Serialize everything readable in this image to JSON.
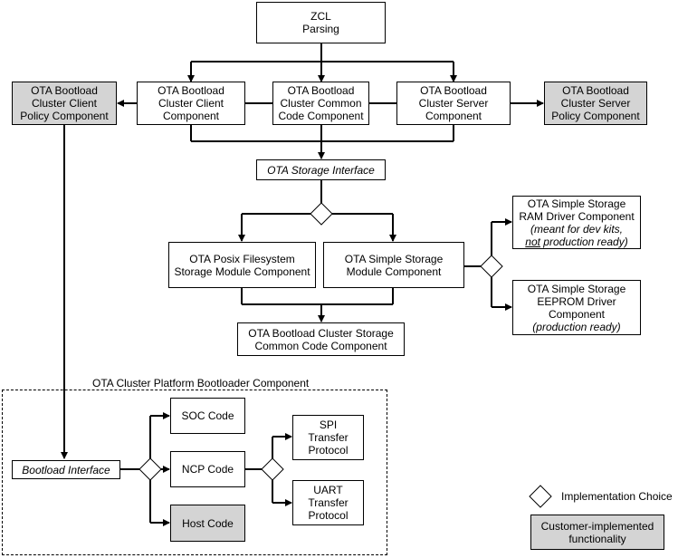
{
  "nodes": {
    "zcl_parsing": [
      "ZCL",
      "Parsing"
    ],
    "client_policy": [
      "OTA Bootload",
      "Cluster Client",
      "Policy Component"
    ],
    "client_component": [
      "OTA Bootload",
      "Cluster Client",
      "Component"
    ],
    "common_code": [
      "OTA Bootload",
      "Cluster Common",
      "Code Component"
    ],
    "server_component": [
      "OTA Bootload",
      "Cluster Server",
      "Component"
    ],
    "server_policy": [
      "OTA Bootload",
      "Cluster Server",
      "Policy Component"
    ],
    "storage_interface": "OTA Storage Interface",
    "posix_storage": [
      "OTA Posix Filesystem",
      "Storage Module Component"
    ],
    "simple_storage": [
      "OTA Simple Storage",
      "Module Component"
    ],
    "ram_driver": {
      "line1": "OTA Simple Storage",
      "line2": "RAM Driver Component",
      "line3": "(meant for dev kits,",
      "line4_underlined": "not",
      "line4_rest": " production ready)"
    },
    "eeprom_driver": {
      "line1": "OTA Simple Storage",
      "line2": "EEPROM Driver",
      "line3": "Component",
      "line4": "(production ready)"
    },
    "storage_common": [
      "OTA Bootload Cluster Storage",
      "Common Code Component"
    ],
    "bootload_interface": "Bootload Interface",
    "soc_code": "SOC Code",
    "ncp_code": "NCP Code",
    "host_code": "Host Code",
    "spi_protocol": [
      "SPI",
      "Transfer",
      "Protocol"
    ],
    "uart_protocol": [
      "UART",
      "Transfer",
      "Protocol"
    ]
  },
  "bootloader_group": {
    "label": "OTA Cluster Platform Bootloader Component"
  },
  "legend": {
    "implementation_choice": "Implementation Choice",
    "customer_implemented": [
      "Customer-implemented",
      "functionality"
    ]
  },
  "colors": {
    "customer_fill": "#d4d4d4",
    "line": "#000000",
    "background": "#ffffff"
  }
}
